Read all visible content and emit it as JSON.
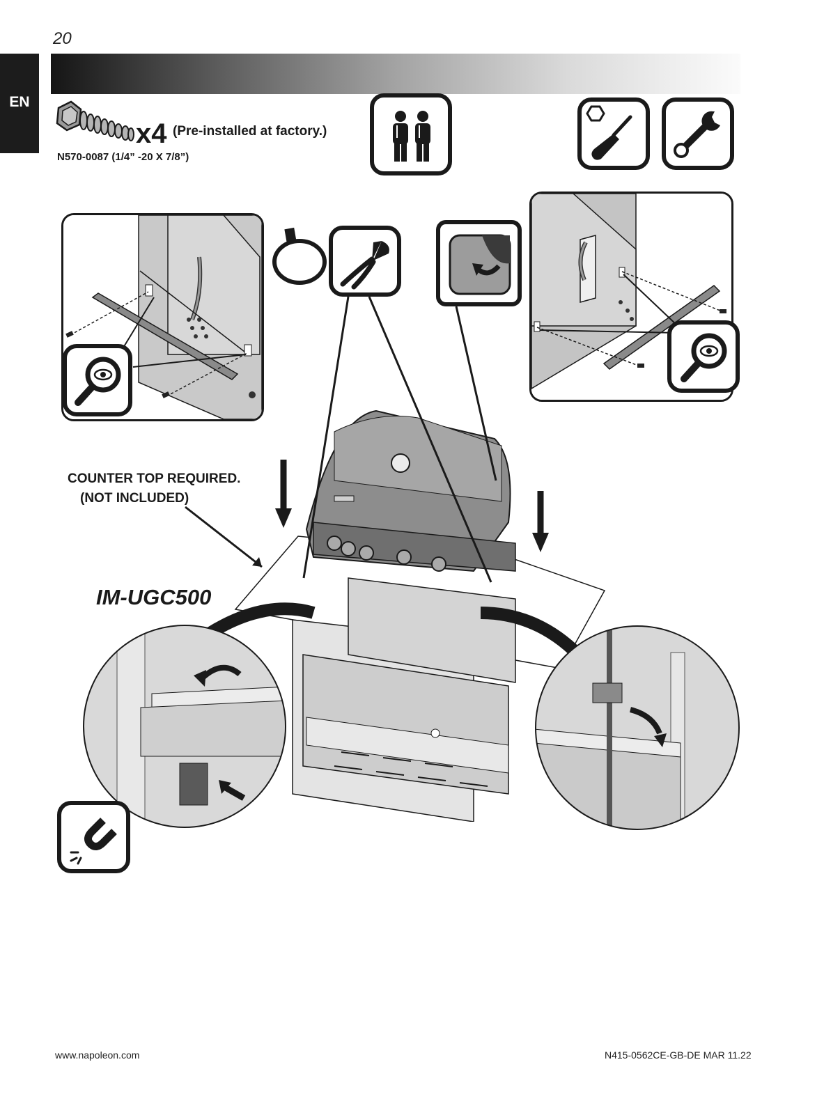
{
  "page": {
    "number": "20",
    "language_tab": "EN"
  },
  "hardware": {
    "quantity": "x4",
    "note": "(Pre-installed at factory.)",
    "part_number": "N570-0087 (1/4” -20 X 7/8”)"
  },
  "icons": {
    "two_person": "two-person-icon",
    "screwdriver": "screwdriver-icon",
    "wrench": "wrench-icon",
    "cable_tie": "cable-tie-icon",
    "cutters": "side-cutters-icon",
    "peel": "peel-film-icon",
    "magnifier": "magnifier-eye-icon",
    "magnet": "magnet-icon"
  },
  "labels": {
    "counter_line1": "COUNTER TOP REQUIRED.",
    "counter_line2": "(NOT INCLUDED)",
    "model": "IM-UGC500"
  },
  "footer": {
    "website": "www.napoleon.com",
    "doc_code": "N415-0562CE-GB-DE MAR 11.22"
  }
}
